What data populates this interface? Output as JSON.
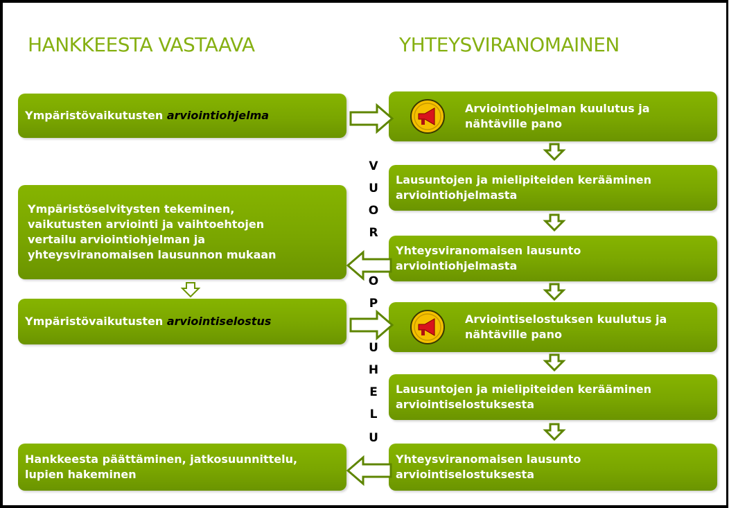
{
  "columns": {
    "left_title": "HANKKEESTA VASTAAVA",
    "right_title": "YHTEYSVIRANOMAINEN"
  },
  "left_boxes": [
    {
      "prefix": "Ympäristövaikutusten ",
      "emph": "arviointiohjelma"
    },
    {
      "lines": [
        "Ympäristöselvitysten tekeminen,",
        "vaikutusten arviointi ja vaihtoehtojen",
        "vertailu arviointiohjelman ja",
        "yhteysviranomaisen lausunnon mukaan"
      ]
    },
    {
      "prefix": "Ympäristövaikutusten ",
      "emph": "arviointiselostus"
    },
    {
      "lines": [
        "Hankkeesta päättäminen, jatkosuunnittelu,",
        "lupien hakeminen"
      ]
    }
  ],
  "right_boxes": [
    {
      "lines": [
        "Arviointiohjelman kuulutus ja",
        "nähtäville pano"
      ],
      "icon": "megaphone-icon"
    },
    {
      "lines": [
        "Lausuntojen ja mielipiteiden kerääminen",
        "arviointiohjelmasta"
      ]
    },
    {
      "lines": [
        "Yhteysviranomaisen lausunto",
        "arviointiohjelmasta"
      ]
    },
    {
      "lines": [
        "Arviointiselostuksen kuulutus ja",
        "nähtäville pano"
      ],
      "icon": "megaphone-icon"
    },
    {
      "lines": [
        "Lausuntojen ja mielipiteiden kerääminen",
        "arviointiselostuksesta"
      ]
    },
    {
      "lines": [
        "Yhteysviranomaisen lausunto",
        "arviointiselostuksesta"
      ]
    }
  ],
  "vertical_text": [
    "V",
    "U",
    "O",
    "R",
    "O",
    "P",
    "U",
    "H",
    "E",
    "L",
    "U"
  ],
  "colors": {
    "box": "#7aa600",
    "title": "#86b012",
    "arrow": "#6b9400",
    "megaphone_bg": "#f5c000",
    "megaphone": "#d8141c"
  }
}
